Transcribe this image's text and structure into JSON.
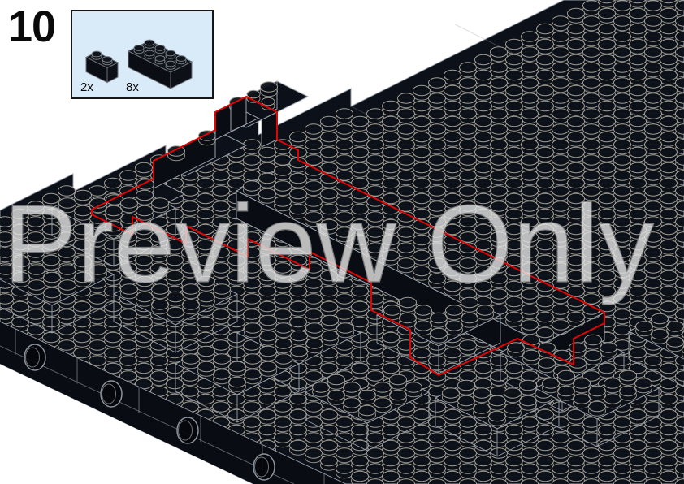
{
  "step": {
    "number": "10"
  },
  "parts_box": {
    "parts": [
      {
        "count_label": "2x",
        "brick": "black-brick-1x2"
      },
      {
        "count_label": "8x",
        "brick": "black-brick-2x4"
      }
    ]
  },
  "watermark": {
    "text": "Preview Only"
  },
  "colors": {
    "page_bg": "#ffffff",
    "plate": "#0c1018",
    "face_shadow": "#090d13",
    "edge_line": "#9ba1ab",
    "stud_line": "#a7a49a",
    "highlight_red": "#df0505",
    "watermark_fill": "#e2e2e2",
    "watermark_stroke": "#8f8f8f",
    "parts_box_bg": "#d9eaf8",
    "parts_box_border": "#161616",
    "brick_black": "#10141b",
    "step_color": "#0a0a0a"
  }
}
